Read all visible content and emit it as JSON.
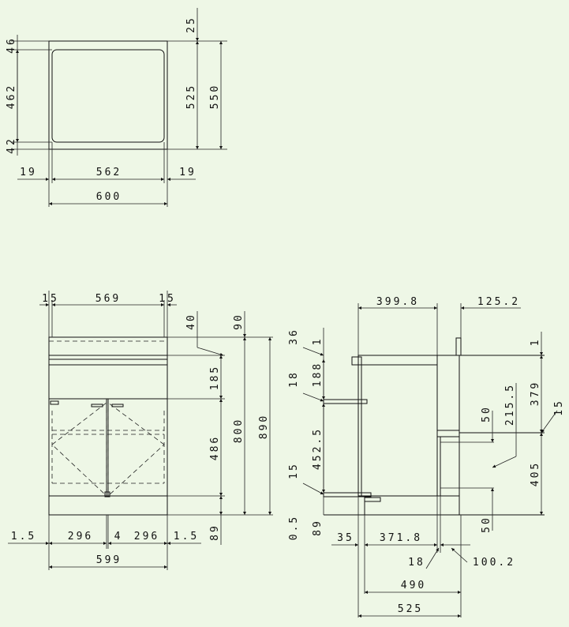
{
  "top_view": {
    "d_25": "25",
    "d_46": "46",
    "d_462": "462",
    "d_42": "42",
    "d_525": "525",
    "d_550": "550",
    "d_19_left": "19",
    "d_562": "562",
    "d_19_right": "19",
    "d_600": "600"
  },
  "front_view": {
    "d_15_left": "15",
    "d_569": "569",
    "d_15_right": "15",
    "d_40": "40",
    "d_90": "90",
    "d_185": "185",
    "d_486": "486",
    "d_800": "800",
    "d_890": "890",
    "d_89": "89",
    "d_1_5_left": "1.5",
    "d_296_left": "296",
    "d_4": "4",
    "d_296_right": "296",
    "d_1_5_right": "1.5",
    "d_599": "599"
  },
  "side_view": {
    "d_399_8": "399.8",
    "d_125_2": "125.2",
    "d_36": "36",
    "d_1_left": "1",
    "d_18": "18",
    "d_188": "188",
    "d_452_5": "452.5",
    "d_15_left": "15",
    "d_0_5": "0.5",
    "d_89": "89",
    "d_35": "35",
    "d_371_8": "371.8",
    "d_18_bottom": "18",
    "d_100_2": "100.2",
    "d_490": "490",
    "d_525": "525",
    "d_1_right": "1",
    "d_379": "379",
    "d_215_5": "215.5",
    "d_50_upper": "50",
    "d_15_right": "15",
    "d_405": "405",
    "d_50_lower": "50"
  }
}
